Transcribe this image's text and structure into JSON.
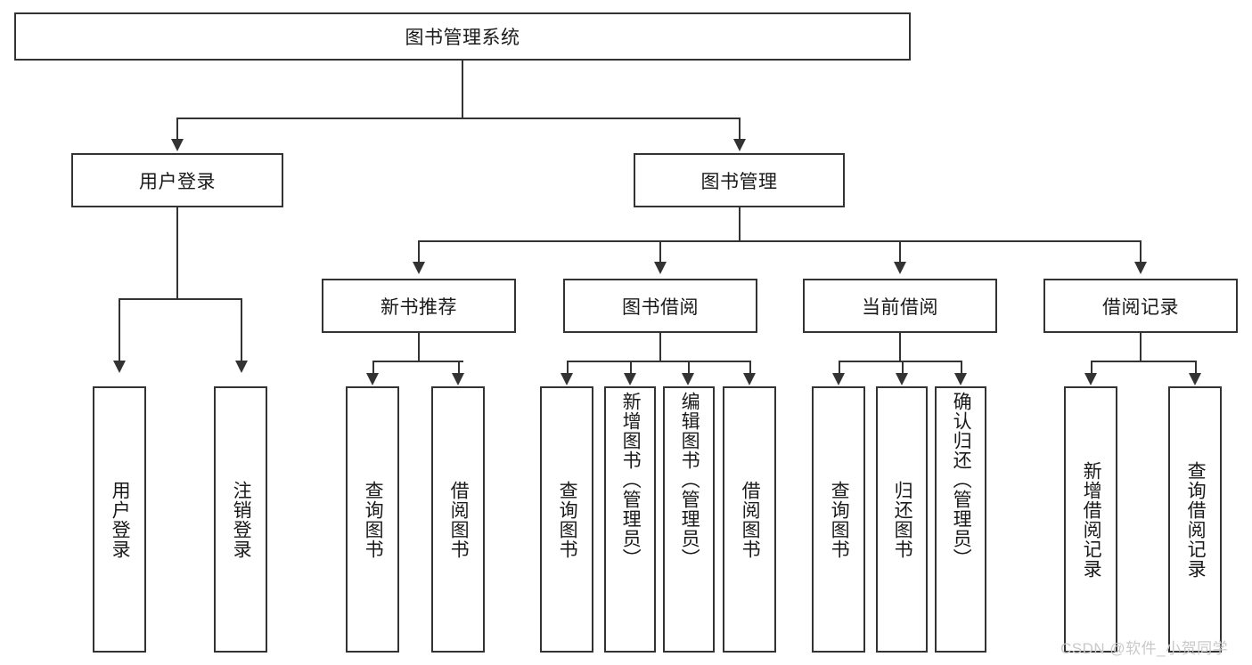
{
  "diagram": {
    "type": "hierarchy-tree",
    "title": "图书管理系统",
    "root": {
      "label": "图书管理系统"
    },
    "level2": [
      {
        "label": "用户登录"
      },
      {
        "label": "图书管理"
      }
    ],
    "level3": [
      {
        "label": "新书推荐",
        "parent": "图书管理"
      },
      {
        "label": "图书借阅",
        "parent": "图书管理"
      },
      {
        "label": "当前借阅",
        "parent": "图书管理"
      },
      {
        "label": "借阅记录",
        "parent": "图书管理"
      }
    ],
    "leaves_user_login": [
      {
        "label": "用户登录"
      },
      {
        "label": "注销登录"
      }
    ],
    "leaves_new_book": [
      {
        "label": "查询图书"
      },
      {
        "label": "借阅图书"
      }
    ],
    "leaves_borrow": [
      {
        "label": "查询图书"
      },
      {
        "label": "新增图书（管理员）"
      },
      {
        "label": "编辑图书（管理员）"
      },
      {
        "label": "借阅图书"
      }
    ],
    "leaves_current": [
      {
        "label": "查询图书"
      },
      {
        "label": "归还图书"
      },
      {
        "label": "确认归还（管理员）"
      }
    ],
    "leaves_record": [
      {
        "label": "新增借阅记录"
      },
      {
        "label": "查询借阅记录"
      }
    ]
  },
  "watermark": {
    "text": "CSDN @软件_小贺同学"
  },
  "colors": {
    "stroke": "#333333",
    "fill": "#ffffff",
    "text": "#1a1a1a",
    "watermark": "#c9c9c9"
  }
}
